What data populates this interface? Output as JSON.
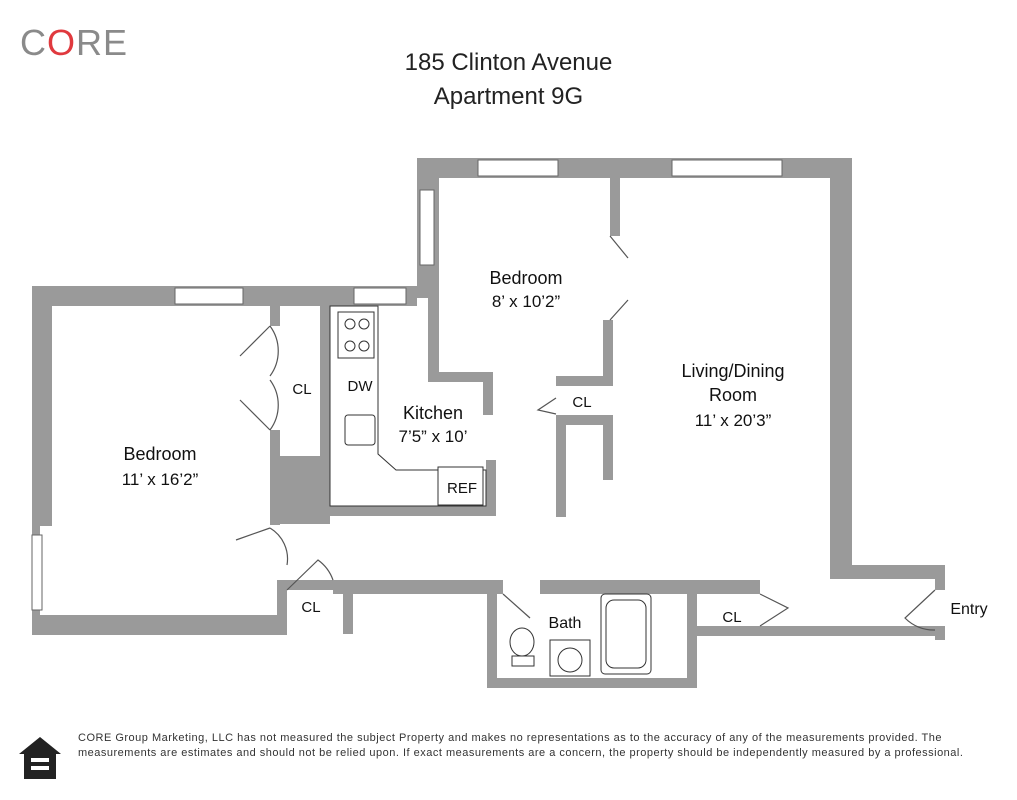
{
  "brand": {
    "logo_prefix": "C",
    "logo_o": "O",
    "logo_suffix": "RE"
  },
  "header": {
    "address": "185 Clinton Avenue",
    "unit": "Apartment 9G"
  },
  "rooms": {
    "bedroom_left": {
      "name": "Bedroom",
      "size": "11’ x 16’2”"
    },
    "bedroom_top": {
      "name": "Bedroom",
      "size": "8’ x 10’2”"
    },
    "kitchen": {
      "name": "Kitchen",
      "size": "7’5” x 10’"
    },
    "living": {
      "name_line1": "Living/Dining",
      "name_line2": "Room",
      "size": "11’ x 20’3”"
    },
    "bath": {
      "name": "Bath"
    }
  },
  "labels": {
    "closet": "CL",
    "dishwasher": "DW",
    "refrigerator": "REF",
    "entry": "Entry"
  },
  "footer": {
    "disclaimer": "CORE Group Marketing, LLC has not measured the subject Property and makes no representations as to the accuracy of any of the measurements provided. The measurements are estimates and should not be relied upon. If exact measurements are a concern, the property should be independently measured by a professional."
  },
  "colors": {
    "wall": "#9a9a9a",
    "brand_accent": "#e0393e",
    "logo_gray": "#8a8a8a"
  }
}
